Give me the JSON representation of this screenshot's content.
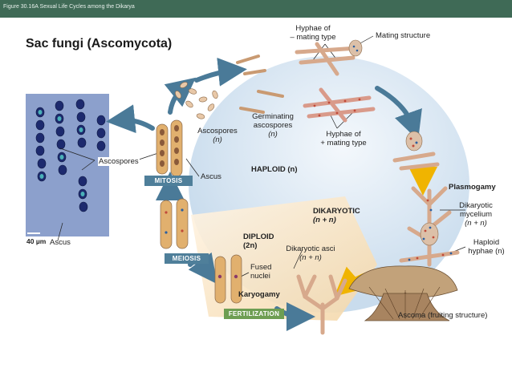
{
  "header": {
    "caption": "Figure 30.16A  Sexual Life Cycles among the Dikarya"
  },
  "title": "Sac fungi (Ascomycota)",
  "labels": {
    "hyphae_minus_l1": "Hyphae of",
    "hyphae_minus_l2": "– mating type",
    "mating_structure": "Mating structure",
    "germinating_l1": "Germinating",
    "germinating_l2": "ascospores",
    "germinating_l3": "(n)",
    "ascospores_n_l1": "Ascospores",
    "ascospores_n_l2": "(n)",
    "hyphae_plus_l1": "Hyphae of",
    "hyphae_plus_l2": "+ mating type",
    "ascospores_photo": "Ascospores",
    "ascus_top": "Ascus",
    "haploid": "HAPLOID (n)",
    "plasmogamy": "Plasmogamy",
    "dikaryotic_l1": "DIKARYOTIC",
    "dikaryotic_l2": "(n + n)",
    "dik_mycelium_l1": "Dikaryotic",
    "dik_mycelium_l2": "mycelium",
    "dik_mycelium_l3": "(n + n)",
    "scale": "40 µm",
    "ascus_photo": "Ascus",
    "diploid_l1": "DIPLOID",
    "diploid_l2": "(2n)",
    "dik_asci_l1": "Dikaryotic asci",
    "dik_asci_l2": "(n + n)",
    "haploid_hyphae_l1": "Haploid",
    "haploid_hyphae_l2": "hyphae (n)",
    "fused_l1": "Fused",
    "fused_l2": "nuclei",
    "karyogamy": "Karyogamy",
    "ascoma": "Ascoma (fruiting structure)"
  },
  "stages": {
    "mitosis": "MITOSIS",
    "meiosis": "MEIOSIS",
    "fertilization": "FERTILIZATION"
  },
  "colors": {
    "header": "#3f6a56",
    "haploid_zone": "#dce9f4",
    "diploid_zone": "#f7e4c4",
    "arrow": "#4a7a98",
    "arrow_yellow": "#f0b400",
    "stage_box": "#4f7f9a",
    "fertilization_box": "#6e9e53"
  }
}
